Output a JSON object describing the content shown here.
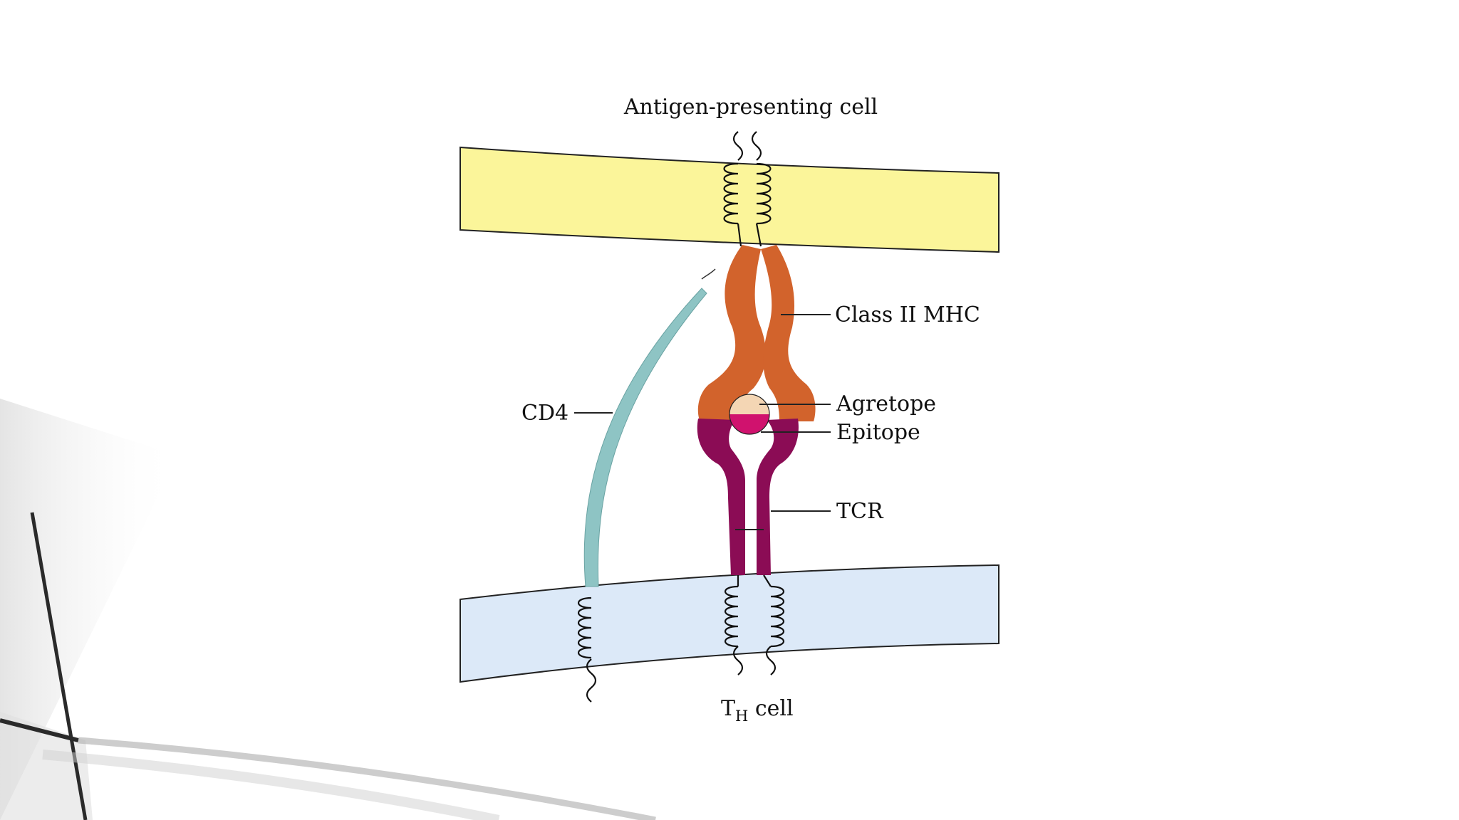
{
  "diagram": {
    "labels": {
      "apc": "Antigen-presenting cell",
      "mhc": "Class II MHC",
      "cd4": "CD4",
      "agretope": "Agretope",
      "epitope": "Epitope",
      "tcr": "TCR",
      "th_main": "T",
      "th_sub": "H",
      "th_rest": " cell"
    },
    "colors": {
      "apc_membrane": "#fbf59a",
      "th_membrane": "#dce9f8",
      "mhc": "#d2632c",
      "tcr": "#8b0c55",
      "cd4": "#8ec4c4",
      "agretope": "#f4d6b4",
      "epitope": "#d0126e"
    }
  }
}
